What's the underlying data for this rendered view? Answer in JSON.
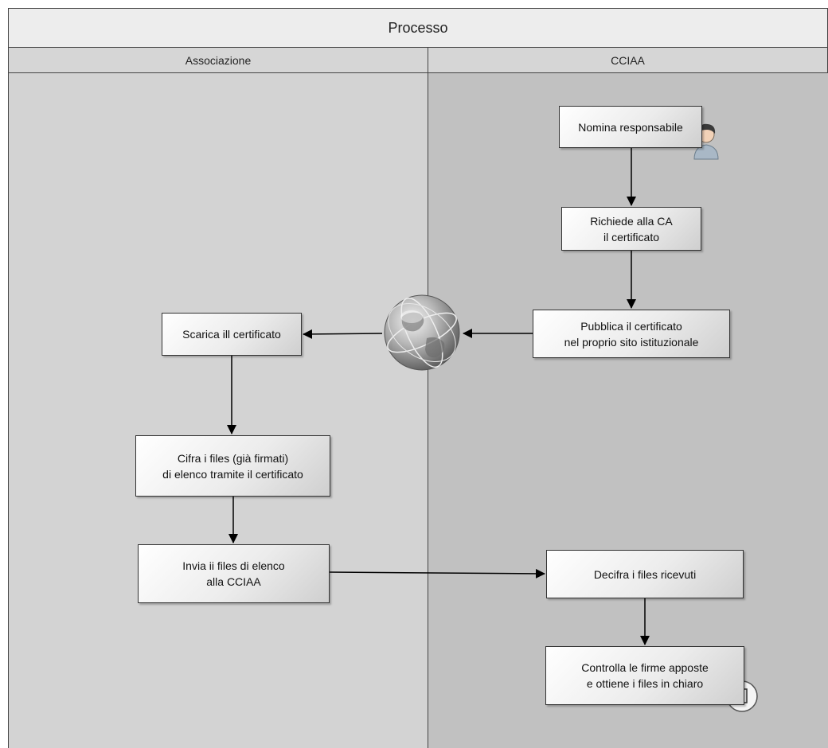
{
  "pool": {
    "title": "Processo"
  },
  "lanes": [
    {
      "label": "Associazione"
    },
    {
      "label": "CCIAA"
    }
  ],
  "nodes": {
    "nomina": {
      "lines": [
        "Nomina responsabile"
      ]
    },
    "richiede": {
      "lines": [
        "Richiede alla CA",
        "il certificato"
      ]
    },
    "pubblica": {
      "lines": [
        "Pubblica il certificato",
        "nel proprio sito istituzionale"
      ]
    },
    "scarica": {
      "lines": [
        "Scarica ill certificato"
      ]
    },
    "cifra": {
      "lines": [
        "Cifra i files (già firmati)",
        "di elenco tramite il certificato"
      ]
    },
    "invia": {
      "lines": [
        "Invia ii files di elenco",
        "alla CCIAA"
      ]
    },
    "decifra": {
      "lines": [
        "Decifra i files ricevuti"
      ]
    },
    "controlla": {
      "lines": [
        "Controlla le firme apposte",
        "e ottiene i files in chiaro"
      ]
    }
  },
  "icons": {
    "person": "person-icon",
    "globe": "globe-icon",
    "document": "document-icon"
  },
  "colors": {
    "lane_left": "#d3d3d3",
    "lane_right": "#c1c1c1",
    "header": "#d6d6d6",
    "title_bar": "#ededed"
  }
}
